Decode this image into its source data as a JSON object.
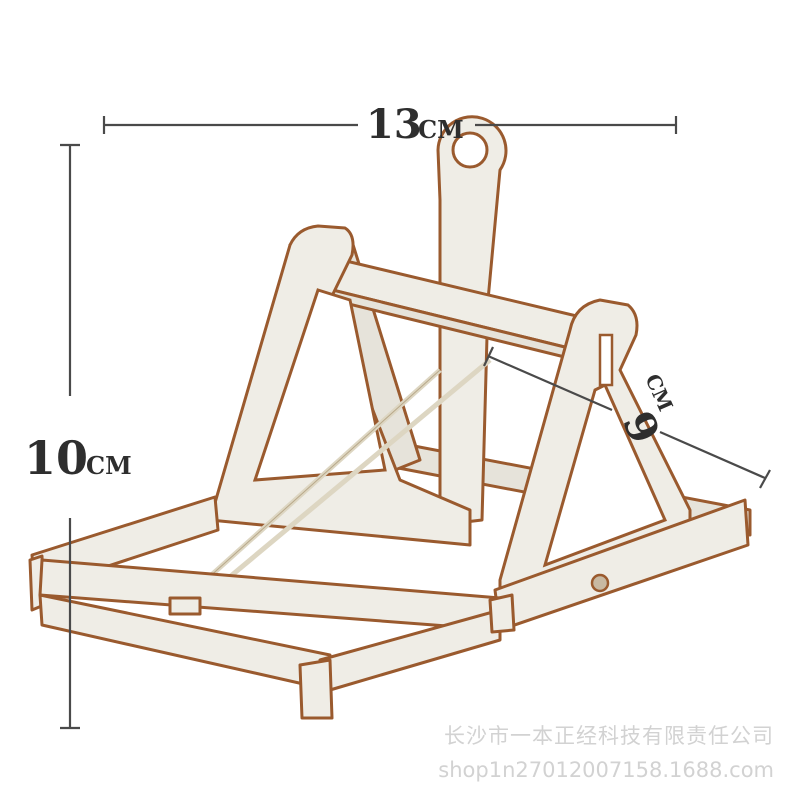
{
  "dimensions": {
    "width": {
      "value": "13",
      "unit": "CM"
    },
    "height": {
      "value": "10",
      "unit": "CM"
    },
    "depth": {
      "value": "9",
      "unit": "CM"
    }
  },
  "watermark": {
    "company": "长沙市一本正经科技有限责任公司",
    "shop": "shop1n27012007158.1688.com"
  },
  "colors": {
    "wood_face": "#efede6",
    "wood_edge": "#9a5a2e",
    "rubber_band": "#ddd6c2",
    "dimension_line": "#4a4a4a",
    "watermark_text": "#d2d2d2"
  }
}
